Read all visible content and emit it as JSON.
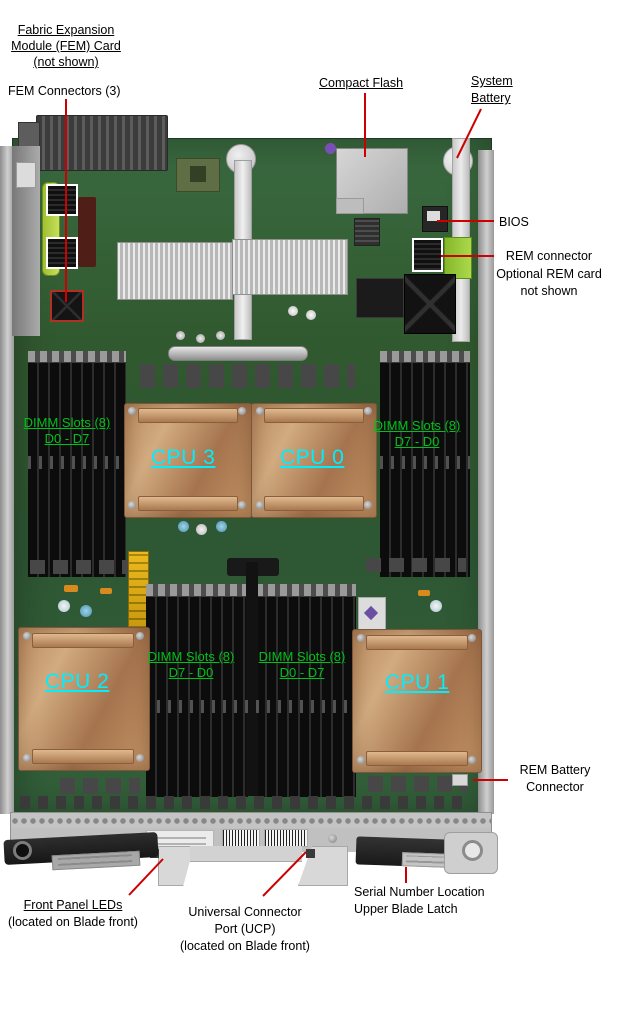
{
  "figure": {
    "type": "hardware-callout-diagram",
    "background": "#ffffff"
  },
  "labels": {
    "fem_card": {
      "line1": "Fabric Expansion",
      "line2": "Module (FEM) Card",
      "line3": "(not shown)"
    },
    "fem_connectors": "FEM Connectors (3)",
    "compact_flash": "Compact Flash",
    "system_battery": {
      "line1": "System",
      "line2": "Battery"
    },
    "bios": "BIOS",
    "rem_connector": {
      "line1": "REM connector",
      "line2": "Optional REM card",
      "line3": "not shown"
    },
    "dimm_upper_left": {
      "line1": "DIMM Slots (8)",
      "line2": "D0 - D7"
    },
    "dimm_upper_right": {
      "line1": "DIMM Slots (8)",
      "line2": "D7 - D0"
    },
    "dimm_lower_left": {
      "line1": "DIMM Slots (8)",
      "line2": "D7 - D0"
    },
    "dimm_lower_right": {
      "line1": "DIMM Slots (8)",
      "line2": "D0 - D7"
    },
    "cpu3": "CPU 3",
    "cpu0": "CPU 0",
    "cpu2": "CPU 2",
    "cpu1": "CPU 1",
    "rem_battery": {
      "line1": "REM Battery",
      "line2": "Connector"
    },
    "front_panel_leds": {
      "line1": "Front Panel LEDs",
      "line2": "(located on Blade front)"
    },
    "ucp": {
      "line1": "Universal Connector",
      "line2": "Port (UCP)",
      "line3": "(located on Blade front)"
    },
    "serial_number": {
      "line1": "Serial Number Location",
      "line2": "Upper Blade Latch"
    }
  },
  "colors": {
    "leader_line": "#cc0000",
    "dimm_label_green": "#00c019",
    "cpu_label_cyan": "#00eeff",
    "highlight_box_white": "#ffffff",
    "highlight_box_red": "#b03024",
    "pcb_green": "#315a33",
    "copper_heatsink": "#b9895e",
    "callout_text": "#000000"
  }
}
